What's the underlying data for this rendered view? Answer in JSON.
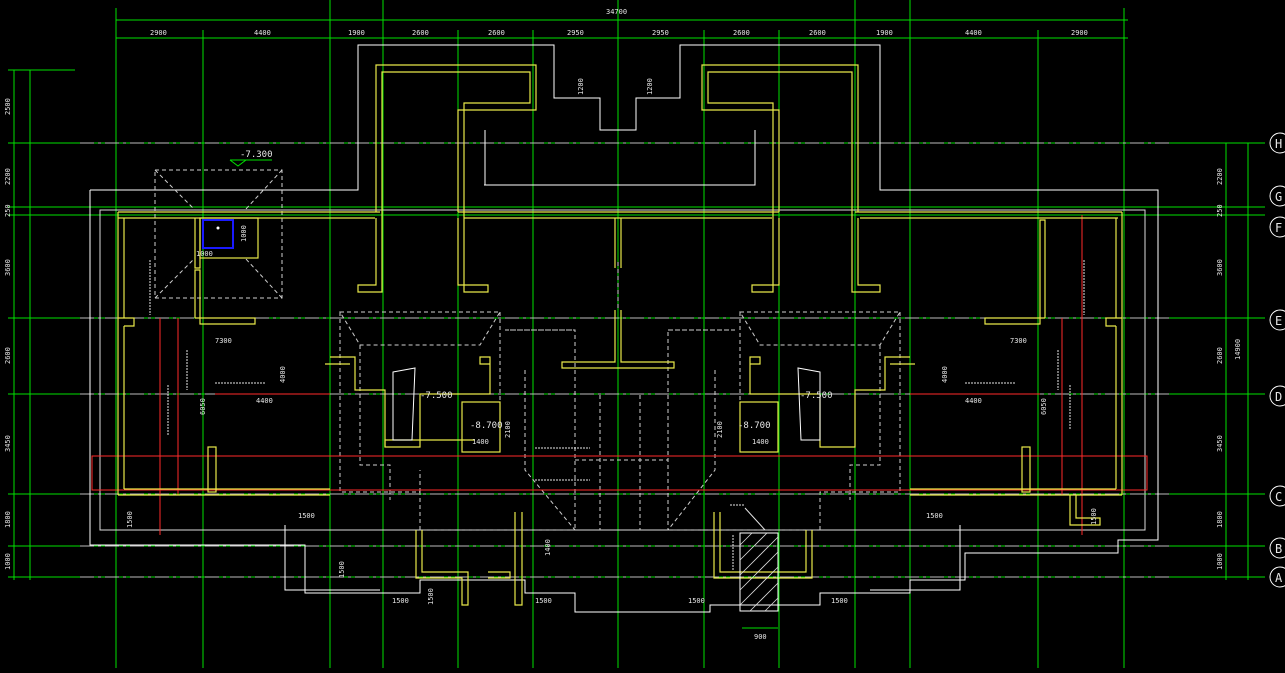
{
  "drawing": {
    "overall_width_dim": "34700",
    "overall_height_dim": "14900",
    "top_dims": [
      "2900",
      "4400",
      "1900",
      "2600",
      "2600",
      "2950",
      "2950",
      "2600",
      "2600",
      "1900",
      "4400",
      "2900"
    ],
    "left_dims": [
      "2500",
      "2200",
      "250",
      "3600",
      "2600",
      "3450",
      "1800",
      "1000"
    ],
    "right_dims": [
      "2200",
      "250",
      "3600",
      "2600",
      "3450",
      "1800",
      "1000"
    ],
    "axis_labels": [
      "H",
      "G",
      "F",
      "E",
      "D",
      "C",
      "B",
      "A"
    ],
    "elevations": [
      "-7.300",
      "-7.500",
      "-8.700",
      "-8.700",
      "-7.500"
    ],
    "annotations": {
      "dim_1200_a": "1200",
      "dim_1200_b": "1200",
      "dim_7300_left": "7300",
      "dim_7300_right": "7300",
      "dim_4400_left": "4400",
      "dim_4400_right": "4400",
      "dim_6050_left": "6050",
      "dim_6050_right": "6050",
      "dim_4000_left": "4000",
      "dim_4000_right": "4000",
      "dim_1000_pit": "1000",
      "dim_1000_pit2": "1000",
      "dim_1400_left": "1400",
      "dim_1400_right": "1400",
      "dim_2100_left": "2100",
      "dim_2100_right": "2100",
      "dim_1500_a": "1500",
      "dim_1500_b": "1500",
      "dim_1500_c": "1500",
      "dim_1500_d": "1500",
      "dim_1500_e": "1500",
      "dim_1500_f": "1500",
      "dim_1500_g": "1500",
      "dim_1500_h": "1500",
      "dim_1500_i": "1500",
      "dim_1400_mid": "1400",
      "dim_900": "900",
      "dim_1500_right": "1500"
    }
  },
  "colors": {
    "background": "#000000",
    "grid": "#00e000",
    "wall": "#e8e84a",
    "outline": "#ffffff",
    "dashed": "#cfcfcf",
    "red": "#ff2a2a",
    "blue": "#1a1aff",
    "text": "#e6e6e6"
  }
}
